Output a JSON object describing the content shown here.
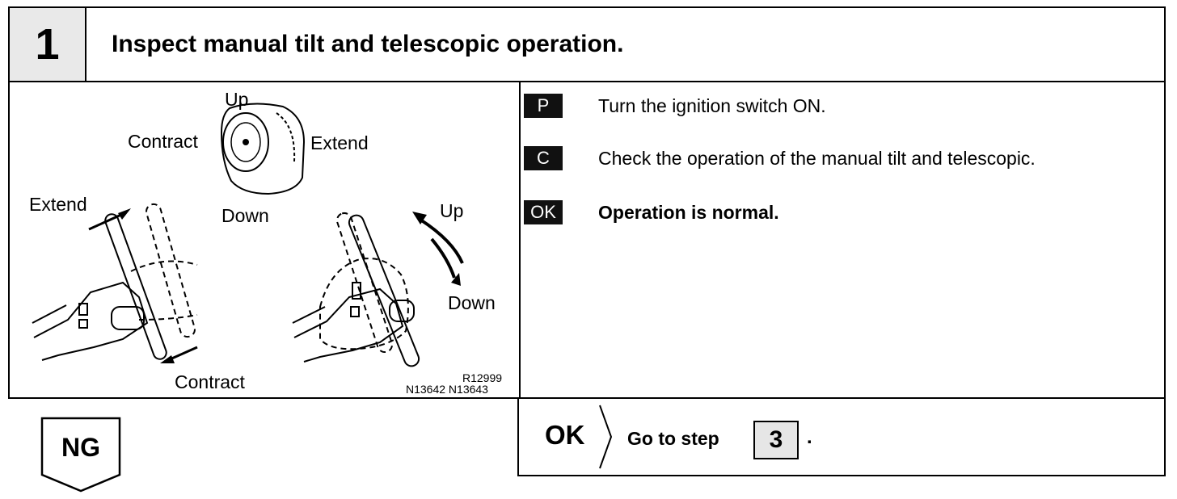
{
  "step": {
    "number": "1",
    "title": "Inspect manual tilt and telescopic operation."
  },
  "illustration": {
    "switch_labels": {
      "up": "Up",
      "down": "Down",
      "contract": "Contract",
      "extend": "Extend"
    },
    "telescopic_labels": {
      "extend": "Extend",
      "contract": "Contract"
    },
    "tilt_labels": {
      "up": "Up",
      "down": "Down"
    },
    "figure_codes": {
      "line1": "R12999",
      "line2": "N13642 N13643"
    }
  },
  "instructions": [
    {
      "badge": "P",
      "text": "Turn the ignition switch ON.",
      "bold": false
    },
    {
      "badge": "C",
      "text": "Check the operation of the manual tilt and telescopic.",
      "bold": false
    },
    {
      "badge": "OK",
      "text": "Operation is normal.",
      "bold": true
    }
  ],
  "ok_branch": {
    "label": "OK",
    "text": "Go to step",
    "step_ref": "3",
    "suffix": "."
  },
  "ng_branch": {
    "label": "NG"
  },
  "colors": {
    "ink": "#000000",
    "badge_bg": "#111111",
    "step_box_bg": "#e9e9e9"
  }
}
